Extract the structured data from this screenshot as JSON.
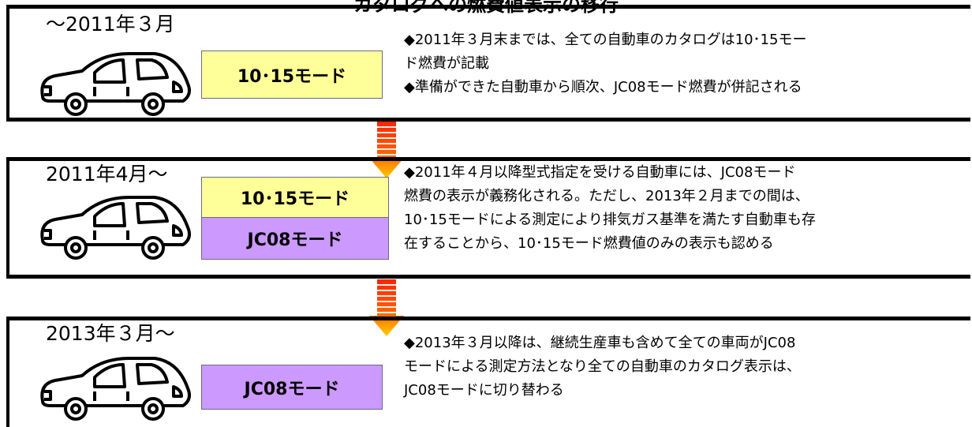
{
  "title": "カタログへの燃費値表示の移行",
  "stages": [
    {
      "period": "～2011年３月",
      "modes": [
        "10･15モード"
      ],
      "lines": [
        "◆2011年３月末までは、全ての自動車のカタログは10･15モー",
        "ド燃費が記載",
        "◆準備ができた自動車から順次、JC08モード燃費が併記される"
      ]
    },
    {
      "period": "2011年4月～",
      "modes": [
        "10･15モード",
        "JC08モード"
      ],
      "lines": [
        "◆2011年４月以降型式指定を受ける自動車には、JC08モード",
        "燃費の表示が義務化される。ただし、2013年２月までの間は、",
        "10･15モードによる測定により排気ガス基準を満たす自動車も存",
        "在することから、10･15モード燃費値のみの表示も認める"
      ]
    },
    {
      "period": "2013年３月～",
      "modes": [
        "JC08モード"
      ],
      "lines": [
        "◆2013年３月以降は、継続生産車も含めて全ての車両がJC08",
        "モードによる測定方法となり全ての自動車のカタログ表示は、",
        "JC08モードに切り替わる"
      ]
    }
  ],
  "colors": {
    "mode_1015": "#ffff99",
    "mode_jc08": "#cc99ff",
    "arrow_top": "#ff2200",
    "arrow_bottom": "#ffcc00"
  },
  "icons": [
    "car-icon",
    "down-arrow-icon"
  ]
}
